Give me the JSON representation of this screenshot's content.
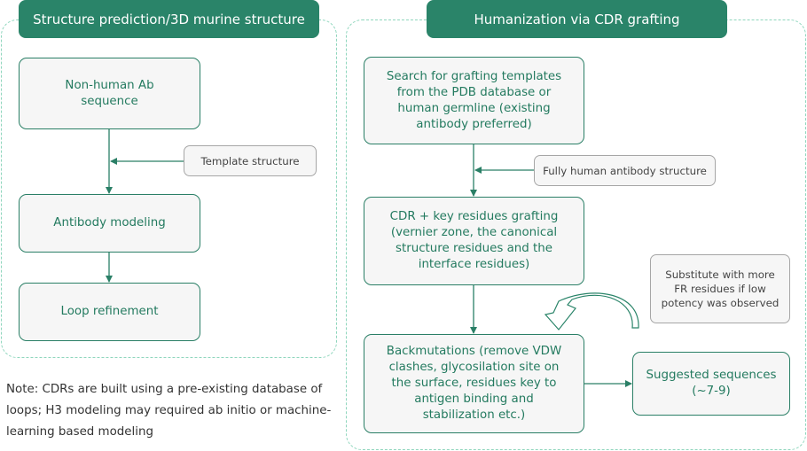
{
  "colors": {
    "header_bg": "#2a8469",
    "box_border": "#2a7f66",
    "box_text": "#237a5f",
    "box_bg": "#f6f6f6",
    "panel_border": "#8fd6bd",
    "side_border": "#a6a6a6",
    "side_text": "#444444"
  },
  "left_panel": {
    "title": "Structure prediction/3D murine structure",
    "steps": [
      {
        "label": "Non-human Ab\nsequence"
      },
      {
        "label": "Antibody modeling"
      },
      {
        "label": "Loop refinement"
      }
    ],
    "side_input": "Template structure",
    "note": "Note: CDRs are built using a pre-existing database of loops; H3 modeling may required ab initio or machine-learning based modeling"
  },
  "right_panel": {
    "title": "Humanization via CDR grafting",
    "steps": [
      {
        "label": "Search for grafting templates\nfrom the PDB database or\nhuman germline (existing\nantibody preferred)"
      },
      {
        "label": "CDR + key residues grafting\n(vernier zone, the canonical\nstructure residues and the\ninterface residues)"
      },
      {
        "label": "Backmutations (remove VDW\nclashes, glycosilation site on\nthe surface, residues key to\nantigen binding and\nstabilization etc.)"
      }
    ],
    "side_input": "Fully human antibody structure",
    "feedback_note": "Substitute with more\nFR residues if low\npotency was observed",
    "output": "Suggested sequences\n(~7-9)"
  }
}
